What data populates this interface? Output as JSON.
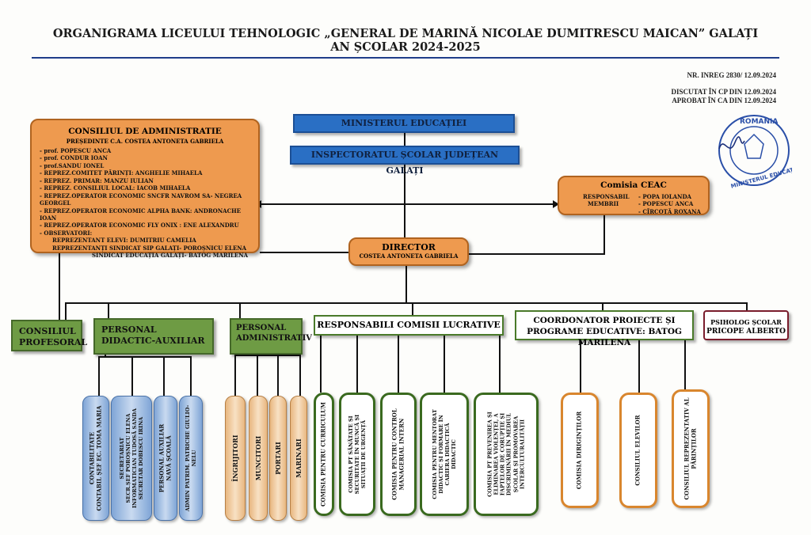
{
  "header": {
    "title_line1": "ORGANIGRAMA LICEULUI TEHNOLOGIC „GENERAL DE MARINĂ NICOLAE DUMITRESCU MAICAN” GALAȚI",
    "title_line2": "AN ȘCOLAR 2024-2025",
    "nr_inreg": "NR. INREG 2830/ 12.09.2024",
    "discutat": "DISCUTAT ÎN CP DIN 12.09.2024",
    "aprobat": "APROBAT ÎN CA DIN  12.09.2024"
  },
  "stamp": {
    "text": "ROMANIA · MINISTERUL EDUCAȚIEI · GALAȚI JUDEȚEAN"
  },
  "consiliu": {
    "title": "CONSILIUL DE ADMINISTRATIE",
    "presedinte": "PREȘEDINTE C.A. COSTEA ANTONETA  GABRIELA",
    "lines": [
      "- prof. POPESCU ANCA",
      "- prof. CONDUR IOAN",
      "- prof.SANDU IONEL",
      "- REPREZ.COMITET PĂRINȚI: ANGHELIE MIHAELA",
      "- REPREZ. PRIMAR: MANZU IULIAN",
      "- REPREZ. CONSILIUL LOCAL: IACOB MIHAELA",
      "- REPREZ.OPERATOR ECONOMIC SNCFR NAVROM SA- NEGREA GEORGEL",
      "- REPREZ.OPERATOR ECONOMIC ALPHA BANK: ANDRONACHE IOAN",
      "- REPREZ.OPERATOR ECONOMIC FLY ONIX  :  ENE ALEXANDRU",
      "- OBSERVATORI:",
      "REPREZENTANT  ELEVI:  DUMITRIU CAMELIA",
      "REPREZENTANȚI SINDICAT SIP GALAȚI- POROȘNICU ELENA",
      "SINDICAT EDUCAȚIA GALAȚI- BATOG MARILENA"
    ]
  },
  "ministerul": "MINISTERUL EDUCAȚIEI",
  "inspectoratul": "INSPECTORATUL ȘCOLAR JUDEȚEAN GALAȚI",
  "ceac": {
    "title": "Comisia CEAC",
    "responsabil_label": "RESPONSABIL",
    "membrii_label": "MEMBRII",
    "names": [
      "- POPA IOLANDA",
      "- POPESCU ANCA",
      "- CÎRCOTĂ ROXANA"
    ]
  },
  "director": {
    "title": "DIRECTOR",
    "name": "COSTEA ANTONETA  GABRIELA"
  },
  "level2": {
    "consiliul_profesoral": "CONSILIUL PROFESORAL",
    "personal_didactic_auxiliar": "PERSONAL DIDACTIC-AUXILIAR",
    "personal_administrativ": "PERSONAL ADMINISTRATIV",
    "responsabili_comisii": "RESPONSABILI COMISII LUCRATIVE",
    "coordonator": "COORDONATOR PROIECTE ȘI PROGRAME EDUCATIVE: BATOG MARILENA",
    "psiholog_title": "PSIHOLOG ȘCOLAR",
    "psiholog_name": "PRICOPE ALBERTO"
  },
  "leaves_auxiliar": [
    "CONTABILITATE\nCONTABIL ȘEF EC. TOMA MARIA",
    "SECRETARIAT\nSECR.ȘEF POROȘNICU ELENA\nINFORMATICIAN TUDOSĂ SANDA\nSECRETAR DOBESCU IRINA",
    "PERSONAL AUXILIAR\nNAVĂ ȘCOALĂ",
    "ADMIN PATRIM. PATRICHE GIULIO-\nNELU"
  ],
  "leaves_administrativ": [
    "ÎNGRIJITORI",
    "MUNCITORI",
    "PORTARI",
    "MARINARI"
  ],
  "leaves_comisii": [
    "COMISIA PENTRU CURRICULUM",
    "COMISIA PT SĂNĂTATE ȘI\nSECURITATE ÎN MUNCĂ ȘI\nSITUAȚII DE URGENȚĂ",
    "COMISIA PENTRU CONTROL\nMANAGERIAL INTERN",
    "COMISIA PENTRU MENTORAT\nDIDACTIC ȘI FORMARE ÎN\nCARIERA DIDACTICĂ\nDIDACTIC",
    "COMISIA PT PREVENIREA ȘI\nELIMINAREA VIOLENȚEI, A\nFAPTELOR DE CORUPȚIE ȘI\nDISCRIMINĂRII ÎN MEDIUL\nȘCOLAR ȘI PROMOVAREA\nINTERCULTURALITĂȚII"
  ],
  "leaves_coordonator": [
    "COMISIA DIRIGINȚILOR",
    "CONSILIUL ELEVILOR",
    "CONSILIUL REPREZENTATIV AL\nPĂRINȚILOR"
  ]
}
